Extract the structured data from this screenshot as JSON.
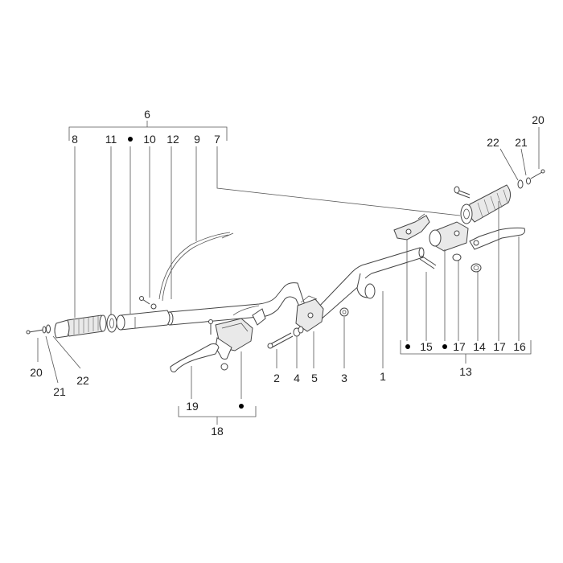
{
  "callouts": {
    "n1": "1",
    "n2": "2",
    "n3": "3",
    "n4": "4",
    "n5": "5",
    "n6": "6",
    "n7": "7",
    "n8": "8",
    "n9": "9",
    "n10": "10",
    "n11": "11",
    "n12": "12",
    "n13": "13",
    "n14": "14",
    "n15": "15",
    "n16": "16",
    "n17a": "17",
    "n17b": "17",
    "n18": "18",
    "n19": "19",
    "n20l": "20",
    "n20r": "20",
    "n21l": "21",
    "n21r": "21",
    "n22l": "22",
    "n22r": "22"
  },
  "colors": {
    "line": "#444444",
    "text": "#222222",
    "background": "#ffffff",
    "dot": "#000000"
  }
}
